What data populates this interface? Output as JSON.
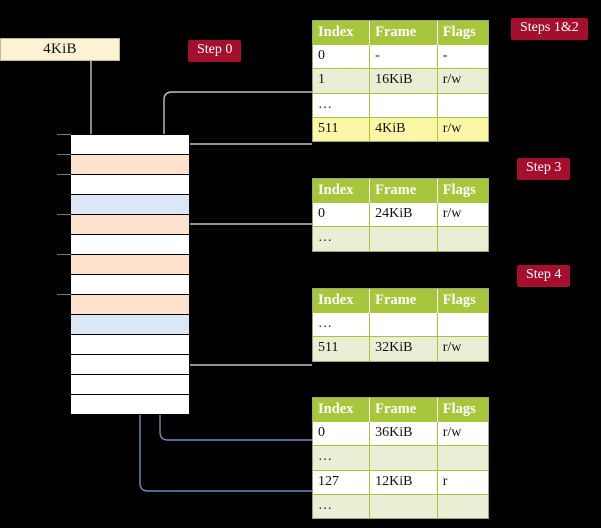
{
  "diagram": {
    "title_request": "4KiB",
    "steps": [
      {
        "id": "step-0",
        "label": "Step 0"
      },
      {
        "id": "steps-1-2",
        "label": "Steps 1&2"
      },
      {
        "id": "step-3",
        "label": "Step 3"
      },
      {
        "id": "step-4",
        "label": "Step 4"
      }
    ]
  },
  "colors": {
    "background": "#000000",
    "table_header": "#a8c63c",
    "table_row_alt": "#e9eed4",
    "table_row_highlight": "#fbf7a6",
    "step_tag": "#a40f2d",
    "request_box": "#fcf2d4",
    "memory_used": "#fde3cd",
    "memory_table": "#dbe7f7",
    "arrow_grey": "#b8b8b8",
    "arrow_blue": "#6a8ebd"
  },
  "memory": {
    "name": "physical-memory-column",
    "rows": [
      {
        "index": 0,
        "fill": "white"
      },
      {
        "index": 1,
        "fill": "peach"
      },
      {
        "index": 2,
        "fill": "white"
      },
      {
        "index": 3,
        "fill": "blue"
      },
      {
        "index": 4,
        "fill": "peach"
      },
      {
        "index": 5,
        "fill": "white"
      },
      {
        "index": 6,
        "fill": "peach"
      },
      {
        "index": 7,
        "fill": "white"
      },
      {
        "index": 8,
        "fill": "peach"
      },
      {
        "index": 9,
        "fill": "blue"
      },
      {
        "index": 10,
        "fill": "white"
      },
      {
        "index": 11,
        "fill": "white"
      },
      {
        "index": 12,
        "fill": "white"
      },
      {
        "index": 13,
        "fill": "white"
      }
    ],
    "ticks": [
      0,
      1,
      2,
      4,
      6,
      8
    ]
  },
  "tables": [
    {
      "id": "page-table-level-1",
      "headers": [
        "Index",
        "Frame",
        "Flags"
      ],
      "rows": [
        {
          "style": "odd",
          "cells": [
            "0",
            "-",
            "-"
          ]
        },
        {
          "style": "even",
          "cells": [
            "1",
            "16KiB",
            "r/w"
          ]
        },
        {
          "style": "odd",
          "cells": [
            "…",
            "",
            ""
          ]
        },
        {
          "style": "hl",
          "cells": [
            "511",
            "4KiB",
            "r/w"
          ]
        }
      ]
    },
    {
      "id": "page-table-level-2",
      "headers": [
        "Index",
        "Frame",
        "Flags"
      ],
      "rows": [
        {
          "style": "odd",
          "cells": [
            "0",
            "24KiB",
            "r/w"
          ]
        },
        {
          "style": "even",
          "cells": [
            "…",
            "",
            ""
          ]
        }
      ]
    },
    {
      "id": "page-table-level-3",
      "headers": [
        "Index",
        "Frame",
        "Flags"
      ],
      "rows": [
        {
          "style": "odd",
          "cells": [
            "…",
            "",
            ""
          ]
        },
        {
          "style": "even",
          "cells": [
            "511",
            "32KiB",
            "r/w"
          ]
        }
      ]
    },
    {
      "id": "page-table-level-4",
      "headers": [
        "Index",
        "Frame",
        "Flags"
      ],
      "rows": [
        {
          "style": "odd",
          "cells": [
            "0",
            "36KiB",
            "r/w"
          ]
        },
        {
          "style": "even",
          "cells": [
            "…",
            "",
            ""
          ]
        },
        {
          "style": "odd",
          "cells": [
            "127",
            "12KiB",
            "r"
          ]
        },
        {
          "style": "even",
          "cells": [
            "…",
            "",
            ""
          ]
        }
      ]
    }
  ]
}
